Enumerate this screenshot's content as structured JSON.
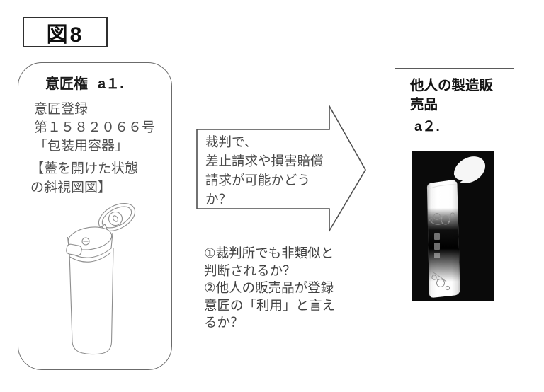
{
  "figure": {
    "label": "図8"
  },
  "left_panel": {
    "title": "意匠権",
    "item_label": "a１.",
    "registration_lines": [
      "意匠登録",
      "第１５８２０６６号",
      "「包装用容器」"
    ],
    "caption_lines": [
      "【蓋を開けた状態",
      "の斜視図図】"
    ],
    "drawing_icon": "container-line-drawing"
  },
  "arrow": {
    "lines": [
      "裁判で、",
      "差止請求や損害賠償",
      "請求が可能かどう",
      "か？"
    ]
  },
  "questions": {
    "lines": [
      "①裁判所でも非類似と",
      "判断されるか？",
      "②他人の販売品が登録",
      "意匠の「利用」と言え",
      "るか？"
    ]
  },
  "right_panel": {
    "title": "他人の製造販売品",
    "item_label": "a２.",
    "photo_icon": "product-photo"
  },
  "colors": {
    "line": "#5a5a5a",
    "text": "#4a4a4a",
    "photo_background": "#0a0a0a",
    "page_background": "#ffffff"
  }
}
